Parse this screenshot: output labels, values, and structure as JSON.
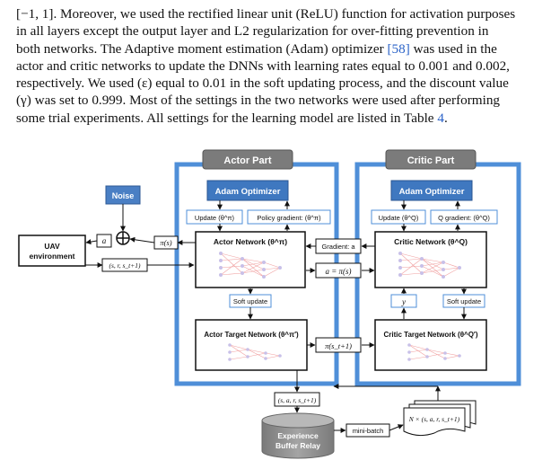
{
  "paragraph": {
    "lines": [
      "[−1, 1]. Moreover, we used the rectified linear unit (ReLU) function for activation purposes",
      "in all layers except the output layer and L2 regularization for over-fitting prevention in",
      "both networks. The Adaptive moment estimation (Adam) optimizer ",
      "actor and critic networks to update the DNNs with learning rates equal to 0.001 and 0.002,",
      "respectively. We used (ε) equal to 0.01 in the soft updating process, and the discount value",
      "(γ) was set to 0.999. Most of the settings in the two networks were used after performing",
      "some trial experiments. All settings for the learning model are listed in Table "
    ],
    "line3_ref": "[58]",
    "line3_tail": " was used in the",
    "line7_ref": "4",
    "line7_tail": "."
  },
  "diagram": {
    "actor_part": "Actor Part",
    "critic_part": "Critic Part",
    "noise": "Noise",
    "uav_line1": "UAV",
    "uav_line2": "environment",
    "adam_actor": "Adam Optimizer",
    "adam_critic": "Adam Optimizer",
    "actor_update": "Update (θ^π)",
    "policy_gradient": "Policy gradient: (θ^π)",
    "critic_update": "Update (θ^Q)",
    "q_gradient": "Q gradient: (θ^Q)",
    "actor_network": "Actor Network (θ^π)",
    "critic_network": "Critic Network (θ^Q)",
    "gradient_a": "Gradient: a",
    "a_eq_pi": "a = π(s)",
    "a_label": "a",
    "pi_s": "π(s)",
    "srs": "(s, r, s_t+1)",
    "soft_update_actor": "Soft update",
    "soft_update_critic": "Soft update",
    "y_label": "y",
    "actor_target": "Actor Target Network (θ^π′)",
    "critic_target": "Critic Target Network (θ^Q′)",
    "pi_st1": "π(s_t+1)",
    "sars": "(s, a, r, s_t+1)",
    "experience_line1": "Experience",
    "experience_line2": "Buffer Relay",
    "mini_batch": "mini-batch",
    "n_tuples": "N × (s, a, r, s_t+1)"
  },
  "colors": {
    "panel_border": "#4f8fd8",
    "title_grey": "#7b7b7b",
    "noise_blue": "#4a7fc4",
    "adam_blue": "#3f78c0",
    "cylinder": "#8e8e8e",
    "ref_link": "#2b63c8"
  }
}
